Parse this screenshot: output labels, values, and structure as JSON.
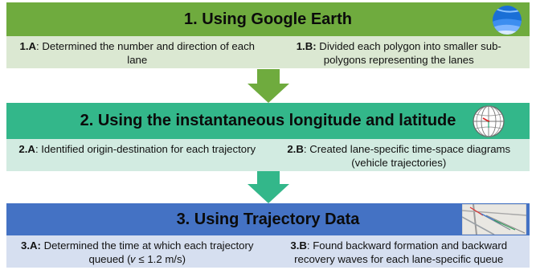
{
  "steps": [
    {
      "title": "1. Using Google Earth",
      "left_label": "1.A",
      "left_text": ": Determined the number and direction of each lane",
      "right_label": "1.B:",
      "right_text": " Divided each polygon into smaller sub-polygons representing the lanes"
    },
    {
      "title": "2. Using the instantaneous longitude and latitude",
      "left_label": "2.A",
      "left_text": ": Identified origin-destination for each trajectory",
      "right_label": "2.B",
      "right_text": ": Created lane-specific time-space diagrams (vehicle trajectories)"
    },
    {
      "title": "3. Using Trajectory Data",
      "left_label": "3.A:",
      "left_text": " Determined the time at which each trajectory queued (𝑣 ≤ 1.2 m/s)",
      "right_label": "3.B",
      "right_text": ": Found backward formation and backward recovery waves for each lane-specific queue"
    }
  ],
  "icons": [
    "google-earth-icon",
    "globe-grid-icon",
    "trajectory-map-icon"
  ],
  "colors": {
    "step1_header": "#6fab3e",
    "step1_body": "#dbe8d2",
    "step2_header": "#33b78a",
    "step2_body": "#d2ebe1",
    "step3_header": "#4472c4",
    "step3_body": "#d6dff0",
    "arrow1": "#6fab3e",
    "arrow2": "#33b78a"
  }
}
